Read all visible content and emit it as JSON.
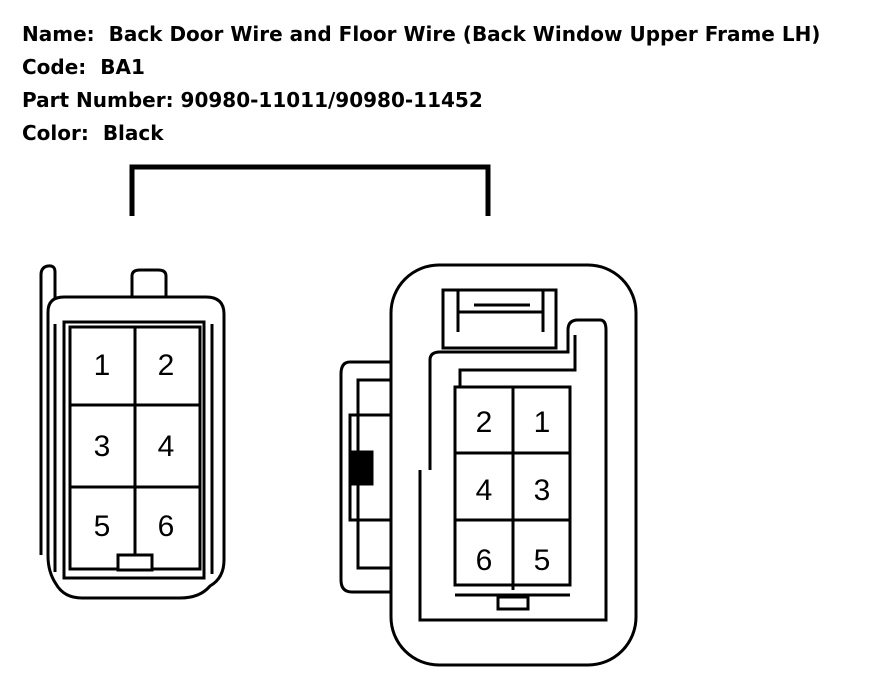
{
  "connector_info": {
    "name_label": "Name:",
    "name_value": "Back Door Wire and Floor Wire (Back Window Upper Frame LH)",
    "code_label": "Code:",
    "code_value": "BA1",
    "part_number_label": "Part Number:",
    "part_number_value": "90980-11011/90980-11452",
    "color_label": "Color:",
    "color_value": "Black"
  },
  "connectors": {
    "female": {
      "pins": [
        "1",
        "2",
        "3",
        "4",
        "5",
        "6"
      ]
    },
    "male": {
      "pins": [
        "2",
        "1",
        "4",
        "3",
        "6",
        "5"
      ]
    }
  }
}
